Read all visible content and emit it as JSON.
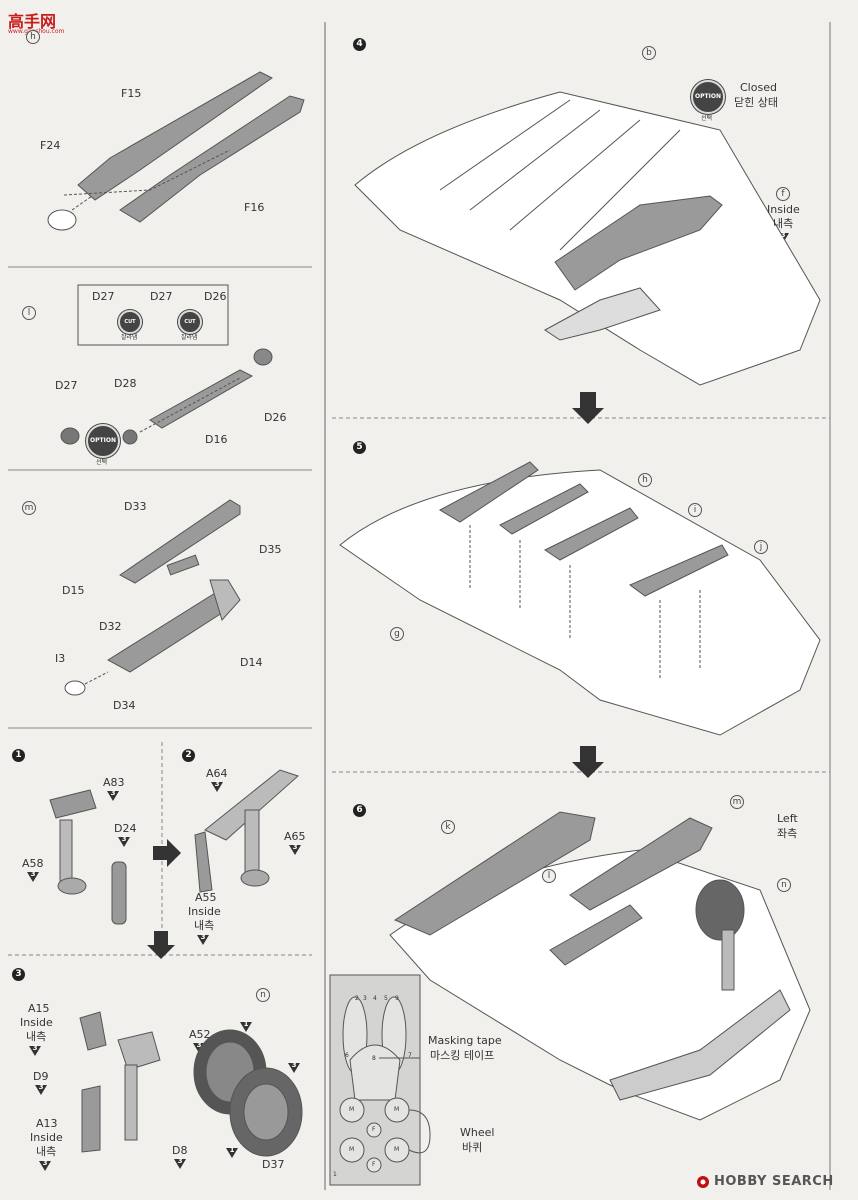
{
  "watermark": {
    "logo_text": "高手网",
    "logo_url": "www.gaoshou.com",
    "search_brand": "HOBBY SEARCH"
  },
  "colors": {
    "gray_part": "#9a9a9a",
    "line": "#555555",
    "paper": "#f1f0ec",
    "decal_sheet": "#d4d4d2"
  },
  "panel_h": {
    "marker": "h",
    "parts": [
      "F15",
      "F24",
      "F16"
    ]
  },
  "panel_l": {
    "marker": "l",
    "callout_parts": [
      "D27",
      "D27",
      "D26"
    ],
    "cut_label": "CUT",
    "cut_sub": "잘라냄",
    "parts": [
      "D27",
      "D28",
      "D16",
      "D26"
    ],
    "option_label": "OPTION",
    "option_sub": "선택"
  },
  "panel_m": {
    "marker": "m",
    "parts": [
      "D33",
      "D35",
      "D15",
      "D32",
      "I3",
      "D14",
      "D34"
    ]
  },
  "step1": {
    "number": "1",
    "parts": [
      "A83",
      "D24",
      "A58"
    ],
    "tags": [
      "3",
      "3",
      "3"
    ]
  },
  "step2": {
    "number": "2",
    "parts": [
      "A64",
      "A65",
      "A55"
    ],
    "tags": [
      "3",
      "3",
      "3"
    ],
    "inside_en": "Inside",
    "inside_ko": "내측"
  },
  "step3": {
    "number": "3",
    "marker": "n",
    "parts": [
      "A15",
      "D9",
      "A13",
      "A52",
      "D8",
      "D37"
    ],
    "tags": [
      "3",
      "3",
      "3",
      "3",
      "3",
      "1",
      "3",
      "1"
    ],
    "inside_en": "Inside",
    "inside_ko": "내측"
  },
  "step4": {
    "number": "4",
    "markers": [
      "b",
      "f"
    ],
    "closed_en": "Closed",
    "closed_ko": "닫힌 상태",
    "option_label": "OPTION",
    "option_sub": "선택",
    "inside_en": "Inside",
    "inside_ko": "내측",
    "tag": "3"
  },
  "step5": {
    "number": "5",
    "markers": [
      "h",
      "i",
      "j",
      "g"
    ]
  },
  "step6": {
    "number": "6",
    "markers": [
      "k",
      "m",
      "l",
      "n"
    ],
    "left_en": "Left",
    "left_ko": "좌측",
    "masking_en": "Masking tape",
    "masking_ko": "마스킹 테이프",
    "wheel_en": "Wheel",
    "wheel_ko": "바퀴",
    "mask_numbers": [
      "2",
      "3",
      "4",
      "5",
      "6",
      "7",
      "8",
      "9",
      "M",
      "M",
      "M",
      "M",
      "F",
      "F",
      "1"
    ]
  }
}
